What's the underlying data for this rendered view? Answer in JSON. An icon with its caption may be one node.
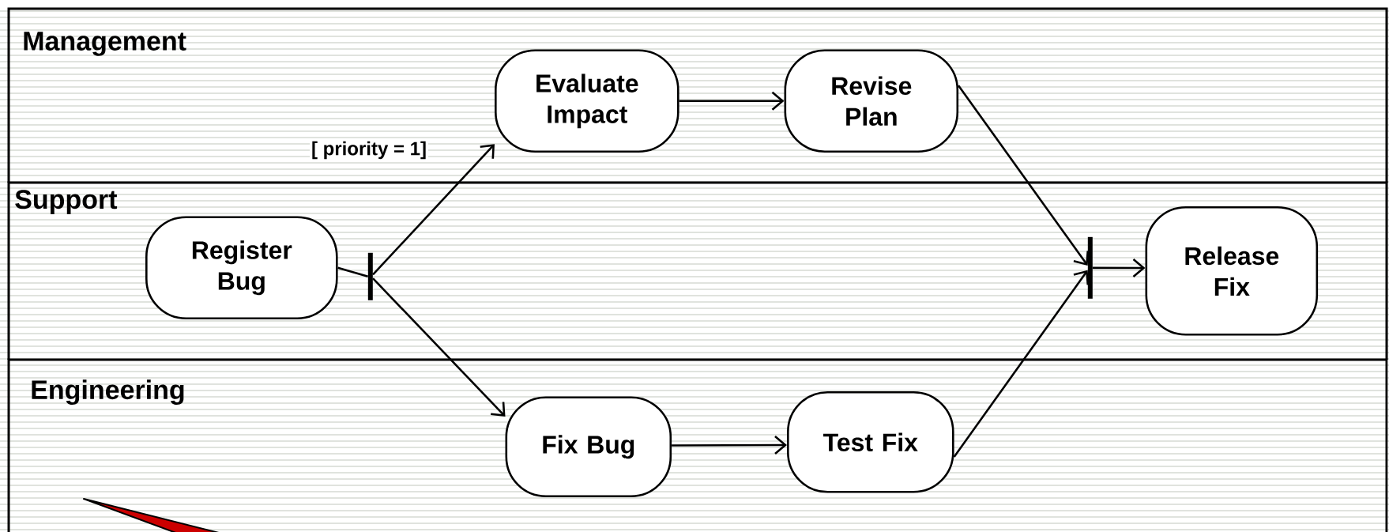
{
  "diagram": {
    "nodes": [
      {
        "text": [
          "Management"
        ]
      },
      {
        "text": [
          "Support"
        ]
      },
      {
        "text": [
          "Engineering"
        ]
      },
      {
        "text": [
          "Evaluate Impact"
        ],
        "in": 0
      },
      {
        "text": [
          "Revise Plan"
        ],
        "in": 0
      },
      {
        "text": [
          "Register Bug"
        ],
        "in": 1
      },
      {
        "text": [],
        "shape": "bar",
        "in": 1
      },
      {
        "text": [],
        "shape": "bar",
        "in": 1
      },
      {
        "text": [
          "Release Fix"
        ],
        "in": 1
      },
      {
        "text": [
          "Fix Bug"
        ],
        "in": 2
      },
      {
        "text": [
          "Test Fix"
        ],
        "in": 2
      }
    ],
    "edges": [
      {
        "from": 5,
        "to": 6,
        "arrow": "none"
      },
      {
        "from": 6,
        "to": 3,
        "arrow": "to",
        "label": "[ priority = 1]"
      },
      {
        "from": 6,
        "to": 9,
        "arrow": "to"
      },
      {
        "from": 3,
        "to": 4,
        "arrow": "to"
      },
      {
        "from": 4,
        "to": 7,
        "arrow": "to"
      },
      {
        "from": 9,
        "to": 10,
        "arrow": "to"
      },
      {
        "from": 10,
        "to": 7,
        "arrow": "to"
      },
      {
        "from": 7,
        "to": 8,
        "arrow": "to"
      }
    ]
  }
}
